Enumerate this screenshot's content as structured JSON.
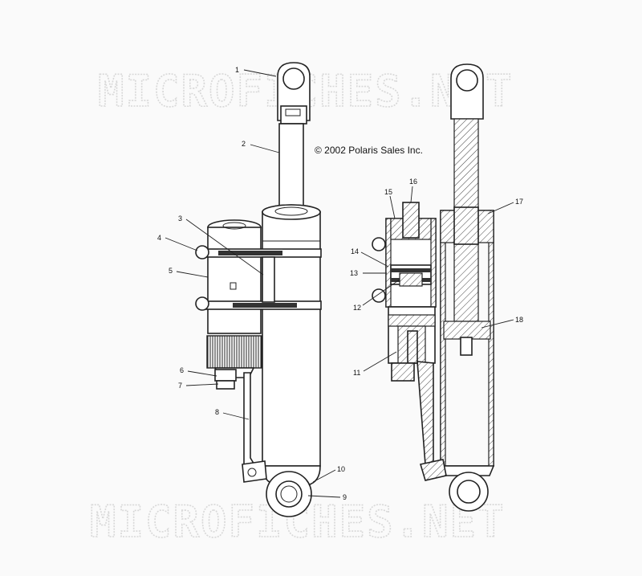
{
  "copyright": "© 2002 Polaris Sales Inc.",
  "watermark": "MICROFICHES.NET",
  "callouts": [
    "1",
    "2",
    "3",
    "4",
    "5",
    "6",
    "7",
    "8",
    "9",
    "10",
    "11",
    "12",
    "13",
    "14",
    "15",
    "16",
    "17",
    "18"
  ]
}
